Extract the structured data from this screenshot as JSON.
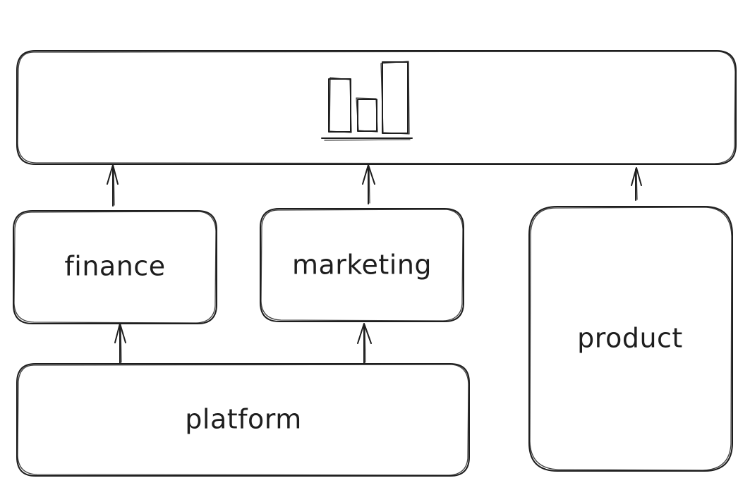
{
  "colors": {
    "stroke": "#1e1e1e",
    "background": "#ffffff"
  },
  "top_box": {
    "icon": "bar-chart-icon"
  },
  "nodes": {
    "finance": "finance",
    "marketing": "marketing",
    "product": "product",
    "platform": "platform"
  },
  "edges": [
    {
      "from": "finance",
      "to": "top_box"
    },
    {
      "from": "marketing",
      "to": "top_box"
    },
    {
      "from": "product",
      "to": "top_box"
    },
    {
      "from": "platform",
      "to": "finance"
    },
    {
      "from": "platform",
      "to": "marketing"
    }
  ]
}
